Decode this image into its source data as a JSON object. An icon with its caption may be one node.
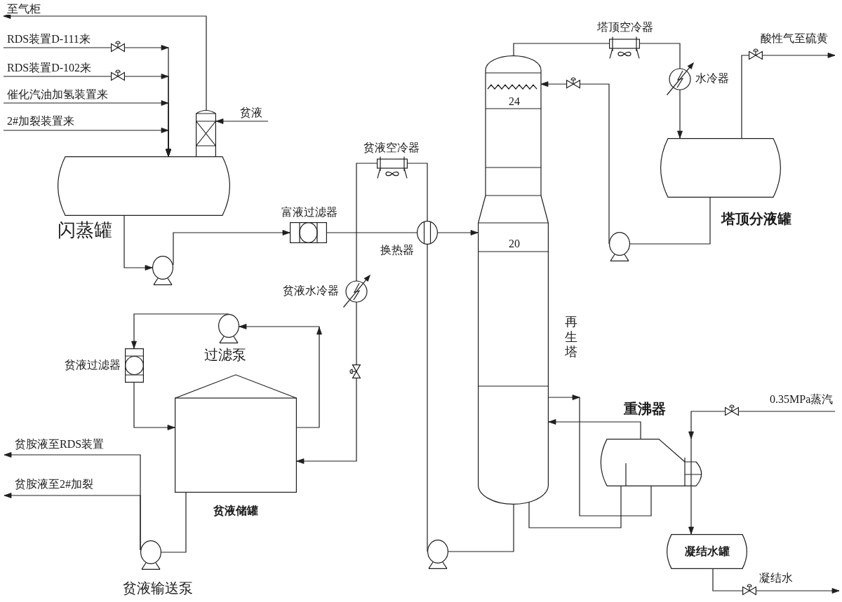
{
  "diagram": {
    "nodes": [
      {
        "text": [
          "闪蒸罐"
        ]
      },
      {
        "text": [],
        "shape": "column"
      },
      {
        "text": [],
        "shape": "pump"
      },
      {
        "text": [
          "富液过滤器"
        ]
      },
      {
        "text": [
          "换热器"
        ]
      },
      {
        "text": [
          "贫液空冷器"
        ]
      },
      {
        "text": [
          "贫液水冷器"
        ]
      },
      {
        "text": [
          "24",
          "20",
          "再生塔"
        ]
      },
      {
        "text": [
          "塔顶空冷器"
        ]
      },
      {
        "text": [
          "水冷器"
        ]
      },
      {
        "text": [
          "塔顶分液罐"
        ]
      },
      {
        "text": [],
        "shape": "pump"
      },
      {
        "text": [
          "重沸器"
        ]
      },
      {
        "text": [
          "凝结水罐"
        ]
      },
      {
        "text": [],
        "shape": "pump"
      },
      {
        "text": [
          "贫液储罐"
        ]
      },
      {
        "text": [
          "过滤泵"
        ]
      },
      {
        "text": [
          "贫液过滤器"
        ]
      },
      {
        "text": [
          "贫液输送泵"
        ]
      }
    ],
    "edges": [
      {
        "from": 1,
        "to": null,
        "arrow": "to",
        "label": "至气柜"
      },
      {
        "from": null,
        "to": 0,
        "arrow": "to",
        "label": "RDS装置D-111来"
      },
      {
        "from": null,
        "to": 0,
        "arrow": "to",
        "label": "RDS装置D-102来"
      },
      {
        "from": null,
        "to": 0,
        "arrow": "to",
        "label": "催化汽油加氢装置来"
      },
      {
        "from": null,
        "to": 0,
        "arrow": "to",
        "label": "2#加裂装置来"
      },
      {
        "from": null,
        "to": 1,
        "arrow": "to",
        "label": "贫液"
      },
      {
        "from": 0,
        "to": 2,
        "arrow": "to"
      },
      {
        "from": 2,
        "to": 3,
        "arrow": "to"
      },
      {
        "from": 3,
        "to": 4,
        "arrow": "none"
      },
      {
        "from": 4,
        "to": 7,
        "arrow": "to"
      },
      {
        "from": 7,
        "to": 14,
        "arrow": "none"
      },
      {
        "from": 14,
        "to": 4,
        "arrow": "none"
      },
      {
        "from": 4,
        "to": 5,
        "arrow": "none"
      },
      {
        "from": 5,
        "to": 6,
        "arrow": "none"
      },
      {
        "from": 6,
        "to": 15,
        "arrow": "to"
      },
      {
        "from": 7,
        "to": 8,
        "arrow": "none"
      },
      {
        "from": 8,
        "to": 9,
        "arrow": "none"
      },
      {
        "from": 9,
        "to": 10,
        "arrow": "to"
      },
      {
        "from": 10,
        "to": 11,
        "arrow": "none"
      },
      {
        "from": 11,
        "to": 7,
        "arrow": "to"
      },
      {
        "from": 10,
        "to": null,
        "arrow": "to",
        "label": "酸性气至硫黄"
      },
      {
        "from": 7,
        "to": 12,
        "arrow": "to"
      },
      {
        "from": 7,
        "to": 12,
        "arrow": "none"
      },
      {
        "from": 12,
        "to": 7,
        "arrow": "to"
      },
      {
        "from": null,
        "to": 12,
        "arrow": "to",
        "label": "0.35MPa蒸汽"
      },
      {
        "from": 12,
        "to": 13,
        "arrow": "to"
      },
      {
        "from": 13,
        "to": null,
        "arrow": "to",
        "label": "凝结水"
      },
      {
        "from": 15,
        "to": 16,
        "arrow": "to"
      },
      {
        "from": 16,
        "to": 17,
        "arrow": "to"
      },
      {
        "from": 17,
        "to": 15,
        "arrow": "to"
      },
      {
        "from": 15,
        "to": 18,
        "arrow": "none"
      },
      {
        "from": 18,
        "to": null,
        "arrow": "to",
        "label": "贫胺液至RDS装置"
      },
      {
        "from": 18,
        "to": null,
        "arrow": "to",
        "label": "贫胺液至2#加裂"
      }
    ]
  }
}
